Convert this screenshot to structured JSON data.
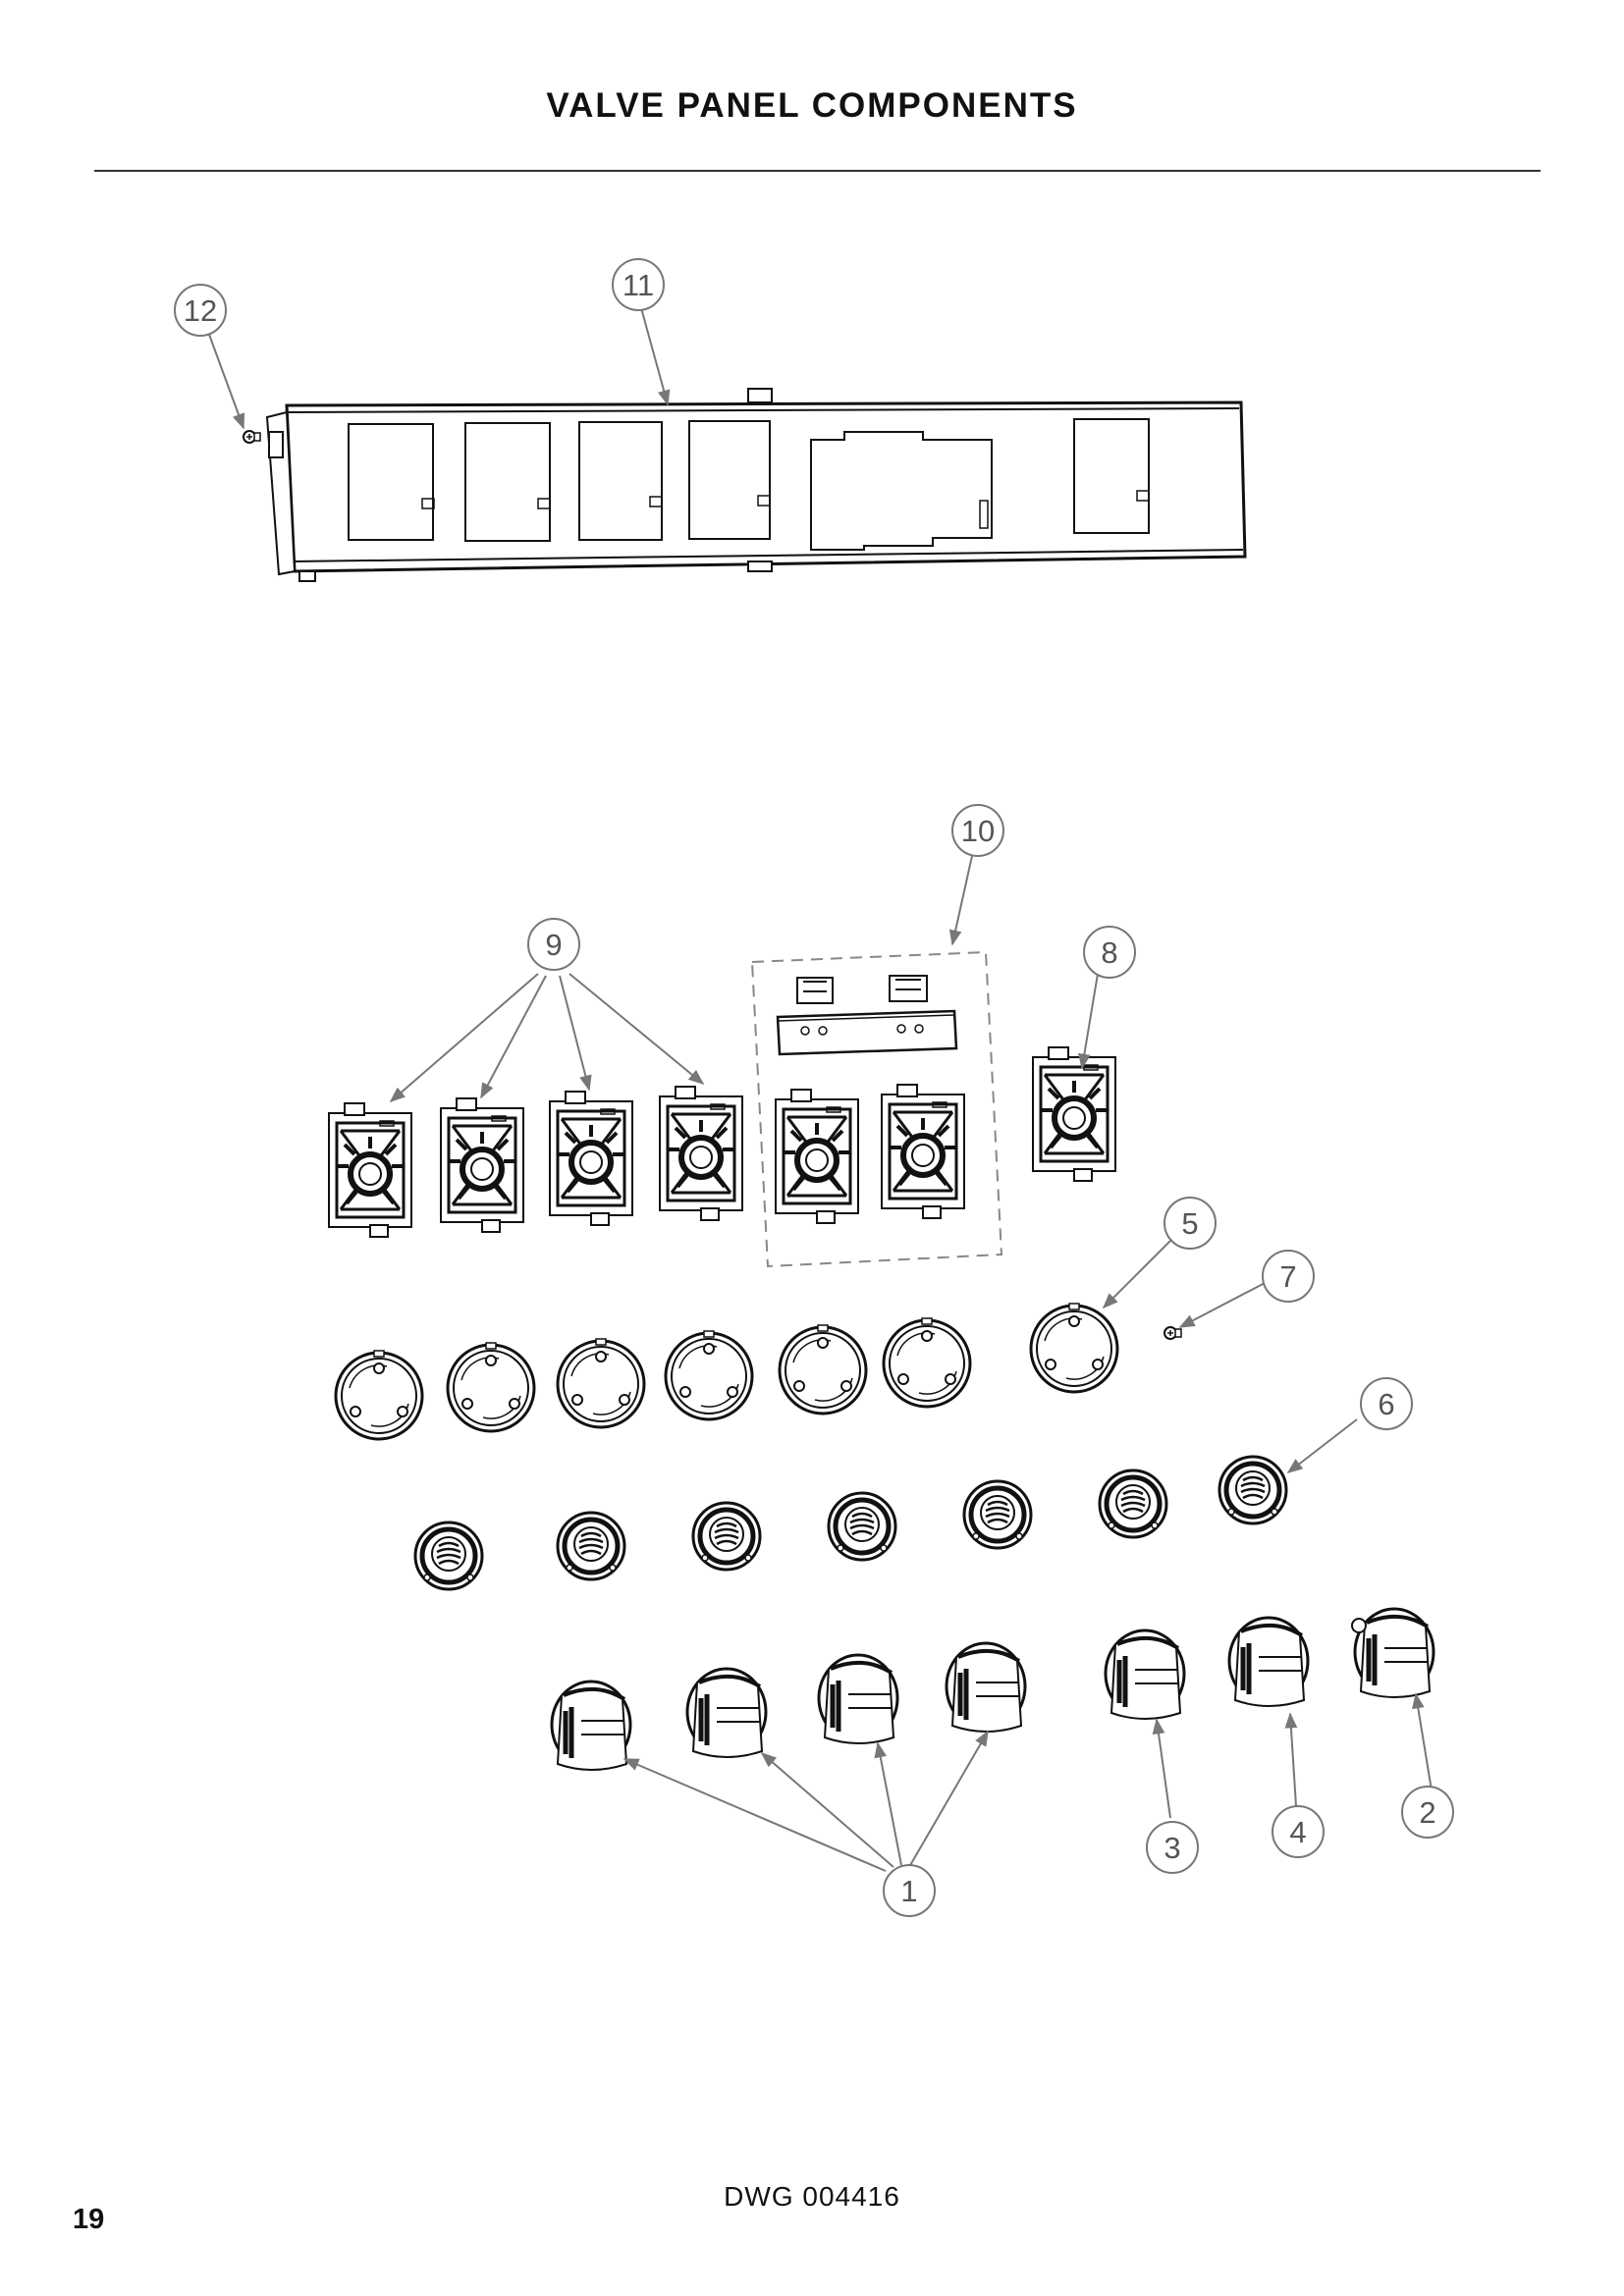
{
  "page": {
    "title": "VALVE PANEL COMPONENTS",
    "drawing_number": "DWG 004416",
    "page_number": "19"
  },
  "callouts": [
    "1",
    "2",
    "3",
    "4",
    "5",
    "6",
    "7",
    "8",
    "9",
    "10",
    "11",
    "12"
  ],
  "icons": {
    "part_shapes": [
      "valve-panel-frame",
      "screw",
      "valve-bracket",
      "switch-bracket",
      "bezel-ring",
      "spring-seal",
      "control-knob"
    ]
  }
}
